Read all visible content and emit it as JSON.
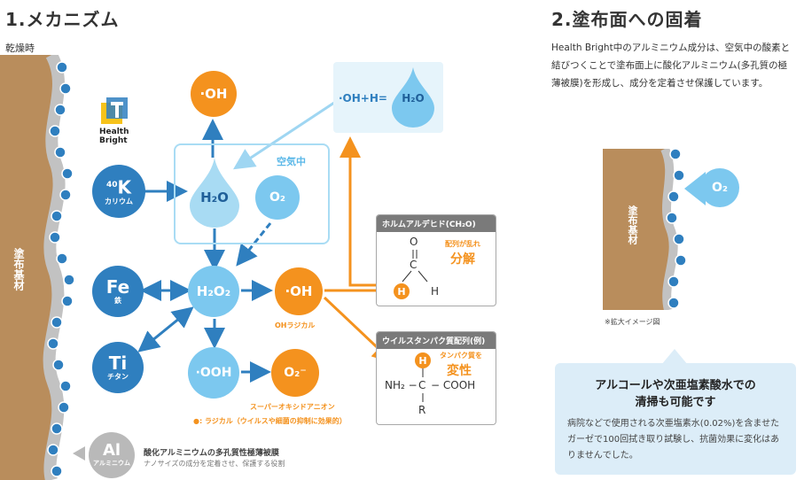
{
  "left": {
    "title": "1.メカニズム",
    "dry_label": "乾燥時",
    "substrate_label": "塗布基材",
    "brand_line1": "Health",
    "brand_line2": "Bright",
    "air_label": "空気中",
    "oh_top": "·OH",
    "oh_h_eq": "·OH+H=",
    "h2o_small": "H₂O",
    "k_symbol": "K",
    "k_mass": "40",
    "k_name": "カリウム",
    "h2o": "H₂O",
    "o2": "O₂",
    "fe_symbol": "Fe",
    "fe_name": "鉄",
    "h2o2": "H₂O₂",
    "oh_mid": "·OH",
    "oh_radical": "OHラジカル",
    "ti_symbol": "Ti",
    "ti_name": "チタン",
    "ooh": "·OOH",
    "o2minus": "O₂⁻",
    "superoxide": "スーパーオキシドアニオン",
    "radical_note": "●: ラジカル（ウイルスや細菌の抑制に効果的）",
    "al_symbol": "Al",
    "al_name": "アルミニウム",
    "al_desc1": "酸化アルミニウムの多孔質性極薄被膜",
    "al_desc2": "ナノサイズの成分を定着させ、保護する役割",
    "formaldehyde_head": "ホルムアルデヒド(CH₂O)",
    "formaldehyde_note1": "配列が乱れ",
    "formaldehyde_note2": "分解",
    "f_o": "O",
    "f_c": "C",
    "f_h1": "H",
    "f_h2": "H",
    "virus_head": "ウイルスタンパク質配列(例)",
    "virus_note1": "タンパク質を",
    "virus_note2": "変性",
    "v_h": "H",
    "v_nh2": "NH₂ −",
    "v_c": "C",
    "v_cooh": "− COOH",
    "v_r": "R"
  },
  "right": {
    "title": "2.塗布面への固着",
    "paragraph": "Health Bright中のアルミニウム成分は、空気中の酸素と結びつくことで塗布面上に酸化アルミニウム(多孔質の極薄被膜)を形成し、成分を定着させ保護しています。",
    "substrate_label": "塗布基材",
    "o2": "O₂",
    "caption": "※拡大イメージ図",
    "callout_title1": "アルコールや次亜塩素酸水での",
    "callout_title2": "清掃も可能です",
    "callout_body": "病院などで使用される次亜塩素水(0.02%)を含ませたガーゼで100回拭き取り試験し、抗菌効果に変化はありませんでした。"
  },
  "colors": {
    "dark_blue": "#2f7fbf",
    "light_blue": "#7cc8ef",
    "orange": "#f4921e",
    "substrate": "#b98d5c",
    "coating": "#b9b9b9",
    "callout_bg": "#dcedf8"
  }
}
